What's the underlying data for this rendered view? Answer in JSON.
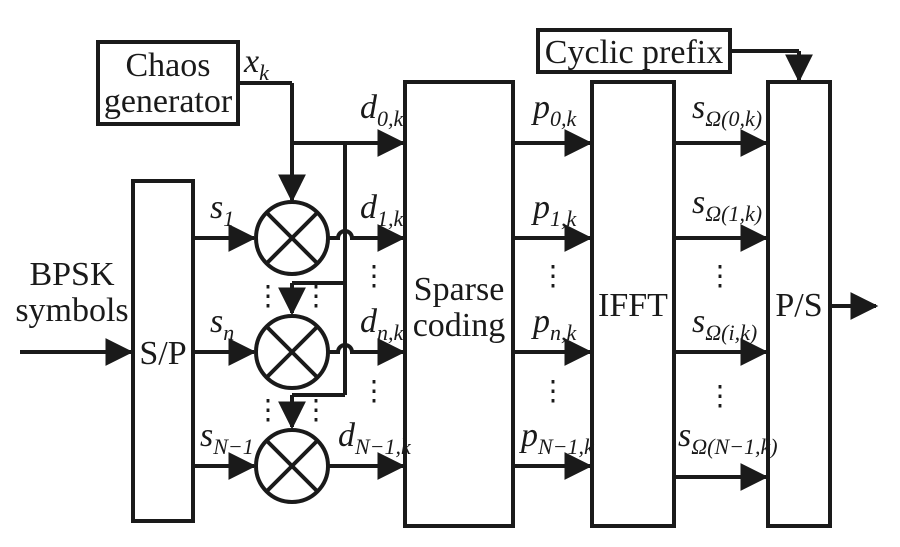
{
  "blocks": {
    "chaos_line1": "Chaos",
    "chaos_line2": "generator",
    "cyclic_prefix": "Cyclic prefix",
    "sp": "S/P",
    "sparse_line1": "Sparse",
    "sparse_line2": "coding",
    "ifft": "IFFT",
    "ps": "P/S"
  },
  "input": {
    "line1": "BPSK",
    "line2": "symbols"
  },
  "chaos_output": {
    "var": "x",
    "sub": "k"
  },
  "s_inputs": [
    {
      "var": "s",
      "sub": "1"
    },
    {
      "var": "s",
      "sub": "n"
    },
    {
      "var": "s",
      "sub": "N−1"
    }
  ],
  "d_signals": [
    {
      "var": "d",
      "sub": "0,k"
    },
    {
      "var": "d",
      "sub": "1,k"
    },
    {
      "var": "d",
      "sub": "n,k"
    },
    {
      "var": "d",
      "sub": "N−1,k"
    }
  ],
  "p_signals": [
    {
      "var": "p",
      "sub": "0,k"
    },
    {
      "var": "p",
      "sub": "1,k"
    },
    {
      "var": "p",
      "sub": "n,k"
    },
    {
      "var": "p",
      "sub": "N−1,k"
    }
  ],
  "s_omega_signals": [
    {
      "var": "s",
      "sub": "Ω(0,k)"
    },
    {
      "var": "s",
      "sub": "Ω(1,k)"
    },
    {
      "var": "s",
      "sub": "Ω(i,k)"
    },
    {
      "var": "s",
      "sub": "Ω(N−1,k)"
    }
  ],
  "ellipsis": "⋮"
}
